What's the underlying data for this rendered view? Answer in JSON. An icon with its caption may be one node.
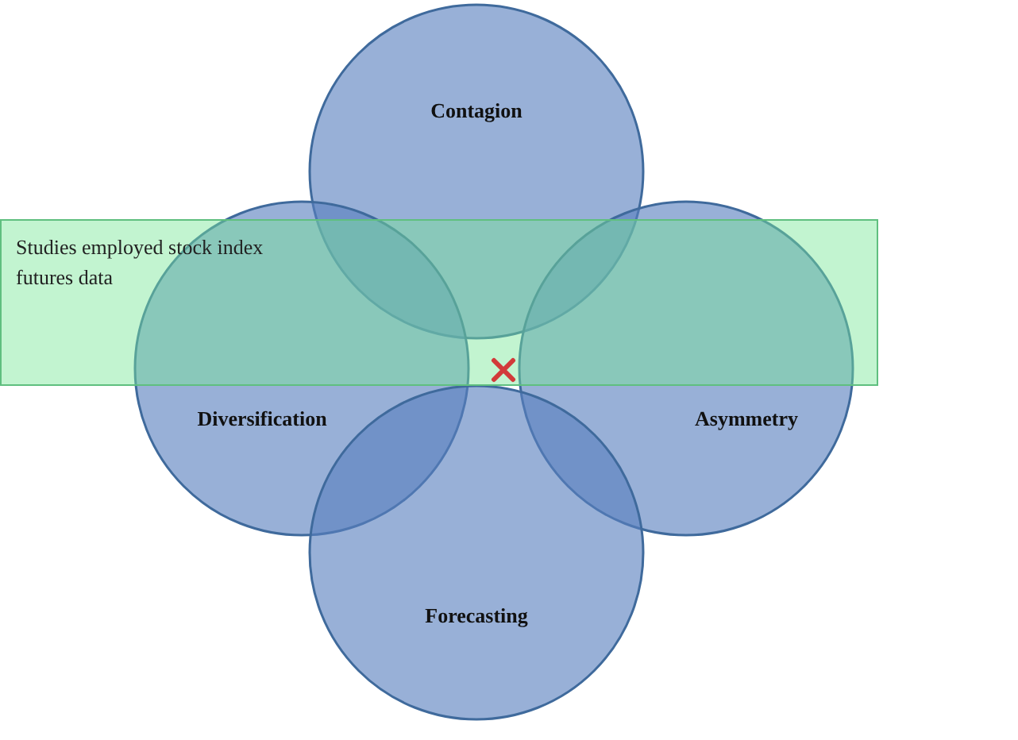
{
  "diagram": {
    "nodes": [
      {
        "text": [
          "Contagion"
        ]
      },
      {
        "text": [
          "Studies employed stock index futures data"
        ]
      },
      {
        "text": [
          "Diversification"
        ]
      },
      {
        "text": [
          "Asymmetry"
        ]
      },
      {
        "text": [
          "Forecasting"
        ]
      }
    ]
  }
}
